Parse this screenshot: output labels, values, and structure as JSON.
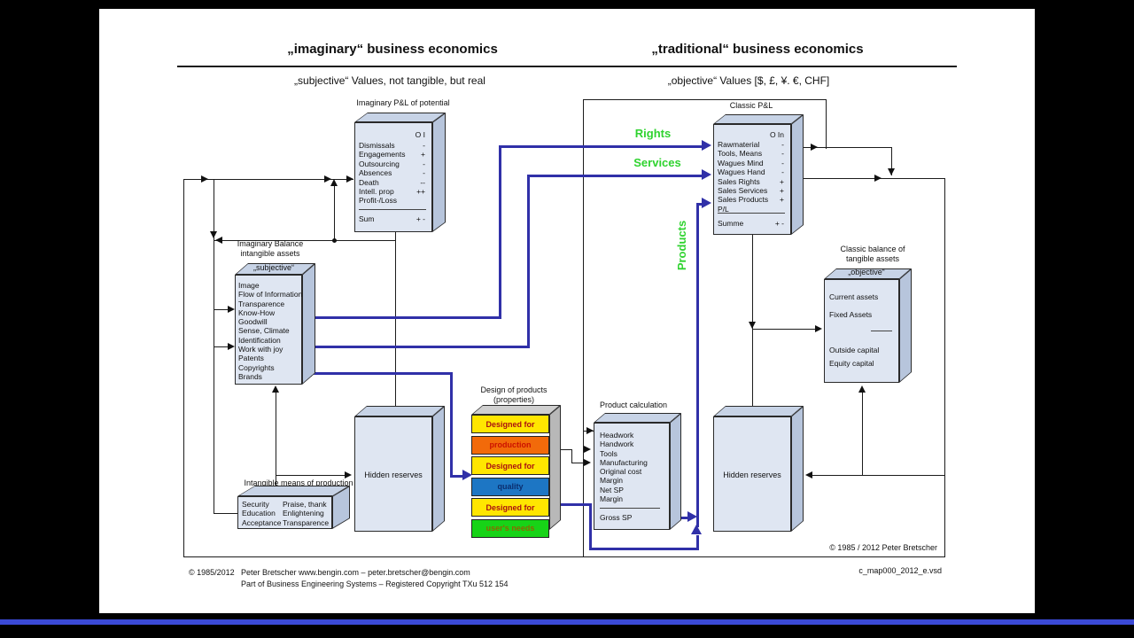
{
  "titles": {
    "left_heading": "„imaginary“ business economics",
    "right_heading": "„traditional“ business economics",
    "left_sub": "„subjective“ Values, not tangible, but real",
    "right_sub": "„objective“ Values [$, £, ¥. €, CHF]"
  },
  "flow_labels": {
    "rights": "Rights",
    "services": "Services",
    "products": "Products"
  },
  "boxes": {
    "imaginary_pl": {
      "label": "Imaginary P&L of potential",
      "col_header": "O  I",
      "rows": [
        {
          "label": "Dismissals",
          "val": "-"
        },
        {
          "label": "Engagements",
          "val": "+"
        },
        {
          "label": "Outsourcing",
          "val": "-"
        },
        {
          "label": "Absences",
          "val": "-"
        },
        {
          "label": "Death",
          "val": "--"
        },
        {
          "label": "Intell. prop",
          "val": "++"
        },
        {
          "label": "Profit-/Loss",
          "val": ""
        }
      ],
      "total": {
        "label": "Sum",
        "val": "+ -"
      }
    },
    "classic_pl": {
      "label": "Classic P&L",
      "col_header": "O In",
      "rows": [
        {
          "label": "Rawmaterial",
          "val": "-"
        },
        {
          "label": "Tools, Means",
          "val": "-"
        },
        {
          "label": "Wagues Mind",
          "val": "-"
        },
        {
          "label": "Wagues Hand",
          "val": "-"
        },
        {
          "label": "Sales Rights",
          "val": "+"
        },
        {
          "label": "Sales Services",
          "val": "+"
        },
        {
          "label": "Sales Products",
          "val": "+"
        },
        {
          "label": "P/L",
          "val": ""
        }
      ],
      "total": {
        "label": "Summe",
        "val": "+ -"
      }
    },
    "imaginary_balance": {
      "label_line1": "Imaginary Balance",
      "label_line2": "intangible assets",
      "top_label": "„subjective“",
      "rows": [
        "Image",
        "Flow of Information",
        "Transparence",
        "Know-How",
        "Goodwill",
        "Sense, Climate",
        "Identification",
        "Work with joy",
        "Patents",
        "Copyrights",
        "Brands"
      ]
    },
    "classic_balance": {
      "label_line1": "Classic balance of",
      "label_line2": "tangible assets",
      "top_label": "„objective“",
      "rows": [
        "Current assets",
        "Fixed Assets",
        "Outside capital",
        "Equity capital"
      ]
    },
    "hidden_reserves_left": {
      "label": "Hidden reserves"
    },
    "hidden_reserves_right": {
      "label": "Hidden reserves"
    },
    "design_products": {
      "label_line1": "Design of products",
      "label_line2": "(properties)",
      "rows": [
        {
          "text": "Designed for",
          "bg": "#ffe600",
          "fg": "#aa1111"
        },
        {
          "text": "production",
          "bg": "#f26a0a",
          "fg": "#cc1100"
        },
        {
          "text": "Designed for",
          "bg": "#ffe600",
          "fg": "#aa1111"
        },
        {
          "text": "quality",
          "bg": "#1d76c4",
          "fg": "#0b2e6e"
        },
        {
          "text": "Designed for",
          "bg": "#ffe600",
          "fg": "#aa1111"
        },
        {
          "text": "user's needs",
          "bg": "#17d317",
          "fg": "#8a6a00"
        }
      ]
    },
    "product_calc": {
      "label": "Product calculation",
      "rows": [
        "Headwork",
        "Handwork",
        "Tools",
        "Manufacturing",
        "Original cost",
        "Margin",
        "Net SP",
        "Margin"
      ],
      "total": "Gross SP"
    },
    "intangible_means": {
      "label": "Intangible means of production",
      "col1": [
        "Security",
        "Education",
        "Acceptance"
      ],
      "col2": [
        "Praise, thank",
        "Enlightening",
        "Transparence"
      ]
    }
  },
  "footer": {
    "copyright_prefix": "© 1985/2012",
    "line1": "Peter Bretscher www.bengin.com – peter.bretscher@bengin.com",
    "line2": "Part of Business Engineering Systems – Registered Copyright TXu 512 154",
    "inner_copyright": "© 1985 / 2012 Peter Bretscher",
    "filename": "c_map000_2012_e.vsd"
  },
  "colors": {
    "connector_blue": "#3030a8",
    "flow_green": "#2fd32f",
    "box_fill": "#dfe6f2",
    "progress_bar_blue": "#3b4ad6"
  }
}
